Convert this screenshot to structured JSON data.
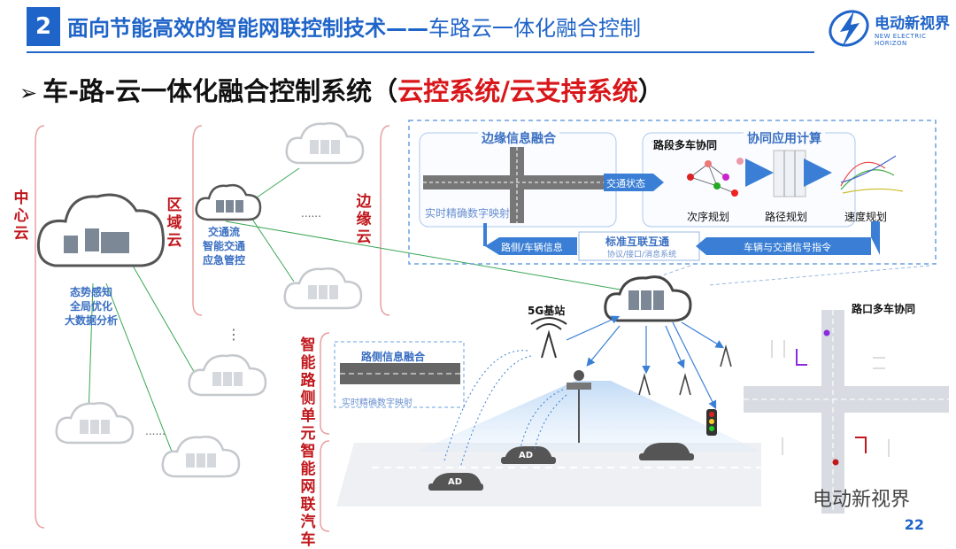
{
  "header": {
    "number": "2",
    "title_main": "面向节能高效的智能网联控制技术——",
    "title_sub": "车路云一体化融合控制",
    "logo_name": "电动新视界",
    "logo_en": "NEW ELECTRIC HORIZON"
  },
  "section": {
    "arrow": "➢",
    "title_black": "车-路-云一体化融合控制系统（",
    "title_red": "云控系统/云支持系统",
    "title_end": "）"
  },
  "left": {
    "center_cloud": "中心云",
    "region_cloud": "区域云",
    "edge_cloud": "边缘云",
    "center_desc": [
      "态势感知",
      "全局优化",
      "大数据分析"
    ],
    "region_desc": [
      "交通流",
      "智能交通",
      "应急管控"
    ],
    "dots": "......",
    "vdots": "⋮"
  },
  "edge": {
    "fusion_title": "边缘信息融合",
    "fusion_sub": "实时精确数字映射",
    "coop_title": "路段多车协同",
    "compute_title": "协同应用计算",
    "traffic_state": "交通状态",
    "order": "次序规划",
    "path": "路径规划",
    "speed": "速度规划",
    "roadside_info": "路侧/车辆信息",
    "interop_title": "标准互联互通",
    "interop_sub": "协议/接口/消息系统",
    "signal": "车辆与交通信号指令"
  },
  "roadside": {
    "label": "智能路侧单元",
    "fusion": "路侧信息融合",
    "sub": "实时精确数字映射",
    "base": "5G基站",
    "intersection": "路口多车协同"
  },
  "vehicles": {
    "label": "智能网联汽车",
    "ad": "AD"
  },
  "footer": {
    "wechat": "电动新视界",
    "page": "22"
  }
}
